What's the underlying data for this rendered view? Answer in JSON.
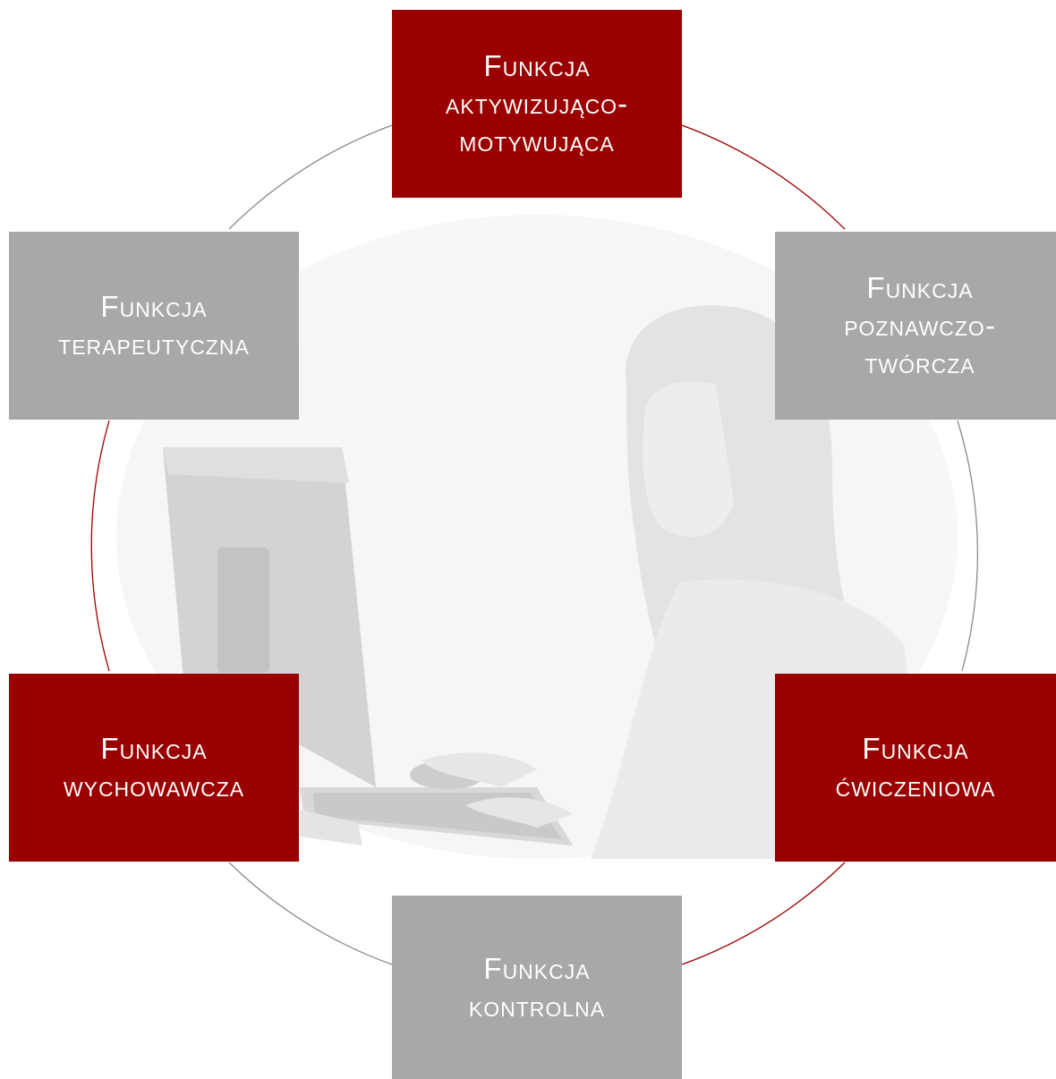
{
  "colors": {
    "red": "#9b0000",
    "grey": "#a8a8a8",
    "ring_grey": "#8a8a8a",
    "ring_red": "#9b0000"
  },
  "image": {
    "icon": "woman-at-computer-photo"
  },
  "nodes": [
    {
      "id": "top",
      "color": "red",
      "lines": [
        "Funkcja",
        "aktywizująco-",
        "motywująca"
      ]
    },
    {
      "id": "top-right",
      "color": "grey",
      "lines": [
        "Funkcja",
        "poznawczo-",
        "twórcza"
      ]
    },
    {
      "id": "bottom-right",
      "color": "red",
      "lines": [
        "Funkcja",
        "ćwiczeniowa"
      ]
    },
    {
      "id": "bottom",
      "color": "grey",
      "lines": [
        "Funkcja",
        "kontrolna"
      ]
    },
    {
      "id": "bottom-left",
      "color": "red",
      "lines": [
        "Funkcja",
        "wychowawcza"
      ]
    },
    {
      "id": "top-left",
      "color": "grey",
      "lines": [
        "Funkcja",
        "terapeutyczna"
      ]
    }
  ]
}
